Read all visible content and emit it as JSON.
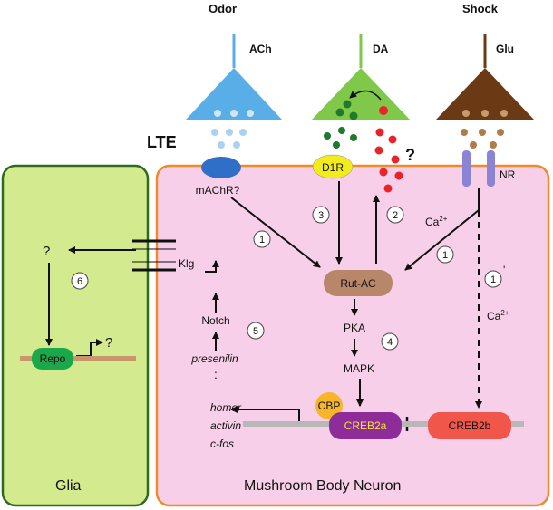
{
  "inputs": {
    "odor": "Odor",
    "shock": "Shock",
    "ach": "ACh",
    "da": "DA",
    "glu": "Glu"
  },
  "lte": "LTE",
  "receptors": {
    "machr": "mAChR?",
    "d1r": "D1R",
    "nr": "NR",
    "question": "?"
  },
  "pathways": {
    "n1": "1",
    "n2": "2",
    "n3": "3",
    "n4": "4",
    "n5": "5",
    "n6": "6",
    "n1p": "1",
    "prime": "'",
    "ca_main": "Ca",
    "ca_sup": "2+"
  },
  "cascade": {
    "rutac": "Rut-AC",
    "pka": "PKA",
    "mapk": "MAPK",
    "cbp": "CBP",
    "creb2a": "CREB2a",
    "creb2b": "CREB2b"
  },
  "notch_path": {
    "klg": "Klg",
    "notch": "Notch",
    "presenilin": "presenilin",
    "dots": ":"
  },
  "genes": [
    "homer",
    "activin",
    "c-fos"
  ],
  "glia": {
    "title": "Glia",
    "repo": "Repo",
    "q1": "?",
    "q2": "?"
  },
  "neuron_title": "Mushroom Body Neuron",
  "colors": {
    "glia_fill": "#d4ea8f",
    "glia_stroke": "#2e6b1f",
    "neuron_fill": "#f7cfe8",
    "neuron_stroke": "#f08a2a",
    "ach": "#5aaee8",
    "da": "#7fc84a",
    "glu": "#6b3a14",
    "rutac": "#b8876a",
    "creb2a": "#8e2d9a",
    "creb2b": "#f0564a",
    "cbp": "#f7b52a",
    "repo": "#1aa84a",
    "d1r": "#f2ec1c",
    "machr": "#2f6fc8",
    "nr": "#8b84d4"
  }
}
